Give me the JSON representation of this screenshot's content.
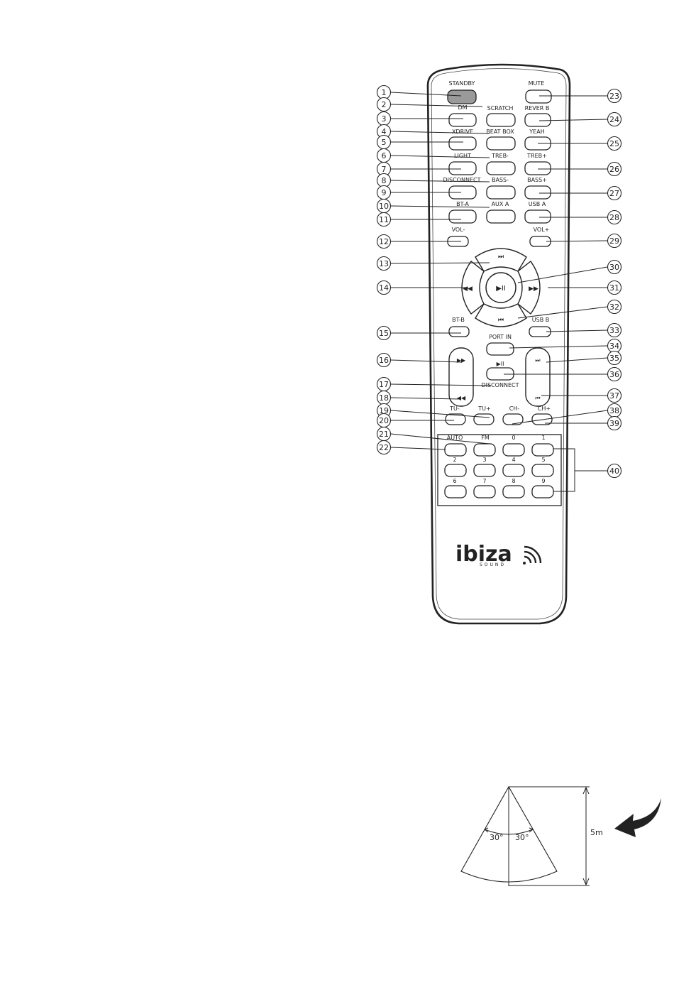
{
  "remote": {
    "brand": "ibiza",
    "brand_sub": "SOUND",
    "buttons": [
      {
        "id": "standby",
        "label": "STANDBY",
        "shape": "rect",
        "fill": "#9a9a9a"
      },
      {
        "id": "mute",
        "label": "MUTE",
        "shape": "rect"
      },
      {
        "id": "dm",
        "label": "DM",
        "shape": "rect"
      },
      {
        "id": "scratch",
        "label": "SCRATCH",
        "shape": "rect"
      },
      {
        "id": "reverb",
        "label": "REVER B",
        "shape": "rect"
      },
      {
        "id": "xdrive",
        "label": "XDRIVE",
        "shape": "rect"
      },
      {
        "id": "beatbox",
        "label": "BEAT BOX",
        "shape": "rect"
      },
      {
        "id": "yeah",
        "label": "YEAH",
        "shape": "rect"
      },
      {
        "id": "light",
        "label": "LIGHT",
        "shape": "rect"
      },
      {
        "id": "treb_minus",
        "label": "TREB-",
        "shape": "rect"
      },
      {
        "id": "treb_plus",
        "label": "TREB+",
        "shape": "rect"
      },
      {
        "id": "disconnect_a",
        "label": "DISCONNECT",
        "shape": "rect"
      },
      {
        "id": "bass_minus",
        "label": "BASS-",
        "shape": "rect"
      },
      {
        "id": "bass_plus",
        "label": "BASS+",
        "shape": "rect"
      },
      {
        "id": "bt_a",
        "label": "BT-A",
        "shape": "rect"
      },
      {
        "id": "aux_a",
        "label": "AUX A",
        "shape": "rect"
      },
      {
        "id": "usb_a",
        "label": "USB A",
        "shape": "rect"
      },
      {
        "id": "vol_minus",
        "label": "VOL-",
        "shape": "small"
      },
      {
        "id": "vol_plus",
        "label": "VOL+",
        "shape": "small"
      },
      {
        "id": "bt_b",
        "label": "BT-B",
        "shape": "small"
      },
      {
        "id": "usb_b",
        "label": "USB B",
        "shape": "small"
      },
      {
        "id": "port_in",
        "label": "PORT IN",
        "shape": "rect"
      },
      {
        "id": "disconnect_b",
        "label": "DISCONNECT",
        "shape": "rect"
      },
      {
        "id": "tu_minus",
        "label": "TU-",
        "shape": "rect"
      },
      {
        "id": "tu_plus",
        "label": "TU+",
        "shape": "rect"
      },
      {
        "id": "ch_minus",
        "label": "CH-",
        "shape": "rect"
      },
      {
        "id": "ch_plus",
        "label": "CH+",
        "shape": "rect"
      },
      {
        "id": "auto",
        "label": "AUTO",
        "shape": "rect"
      },
      {
        "id": "fm",
        "label": "FM",
        "shape": "rect"
      },
      {
        "id": "n0",
        "label": "0",
        "shape": "rect"
      },
      {
        "id": "n1",
        "label": "1",
        "shape": "rect"
      },
      {
        "id": "n2",
        "label": "2",
        "shape": "rect"
      },
      {
        "id": "n3",
        "label": "3",
        "shape": "rect"
      },
      {
        "id": "n4",
        "label": "4",
        "shape": "rect"
      },
      {
        "id": "n5",
        "label": "5",
        "shape": "rect"
      },
      {
        "id": "n6",
        "label": "6",
        "shape": "rect"
      },
      {
        "id": "n7",
        "label": "7",
        "shape": "rect"
      },
      {
        "id": "n8",
        "label": "8",
        "shape": "rect"
      },
      {
        "id": "n9",
        "label": "9",
        "shape": "rect"
      }
    ],
    "nav": {
      "up": "⏭",
      "left": "◀◀",
      "right": "▶▶",
      "down": "⏮",
      "center": "▶II"
    },
    "rocker_left": {
      "top": "▶▶",
      "bottom": "◀◀"
    },
    "rocker_right": {
      "top": "⏭",
      "bottom": "⏮"
    },
    "play_pause_symbol": "▶II"
  },
  "callouts_left": [
    "1",
    "2",
    "3",
    "4",
    "5",
    "6",
    "7",
    "8",
    "9",
    "10",
    "11",
    "12",
    "13",
    "14",
    "15",
    "16",
    "17",
    "18",
    "19",
    "20",
    "21",
    "22"
  ],
  "callouts_right": [
    "23",
    "24",
    "25",
    "26",
    "27",
    "28",
    "29",
    "30",
    "31",
    "32",
    "33",
    "34",
    "35",
    "36",
    "37",
    "38",
    "39",
    "40"
  ],
  "range": {
    "angle_left": "30°",
    "angle_right": "30°",
    "distance": "5m"
  }
}
